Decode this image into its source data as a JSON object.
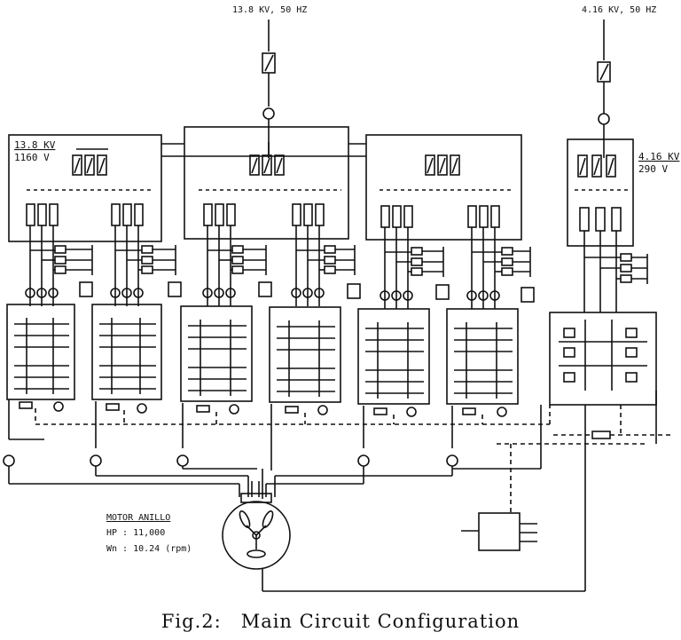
{
  "supply_1": {
    "label": "13.8 KV, 50 HZ"
  },
  "supply_2": {
    "label": "4.16 KV, 50 HZ"
  },
  "transformer_1": {
    "primary": "13.8 KV",
    "secondary": "1160 V"
  },
  "transformer_2": {
    "primary": "4.16 KV",
    "secondary": "290 V"
  },
  "motor": {
    "title": "MOTOR ANILLO",
    "hp": "HP : 11,000",
    "speed": "Wn : 10.24 (rpm)"
  },
  "caption": {
    "number": "Fig.2:",
    "title": "Main Circuit Configuration"
  },
  "colors": {
    "ink": "#111111",
    "paper": "#ffffff"
  }
}
